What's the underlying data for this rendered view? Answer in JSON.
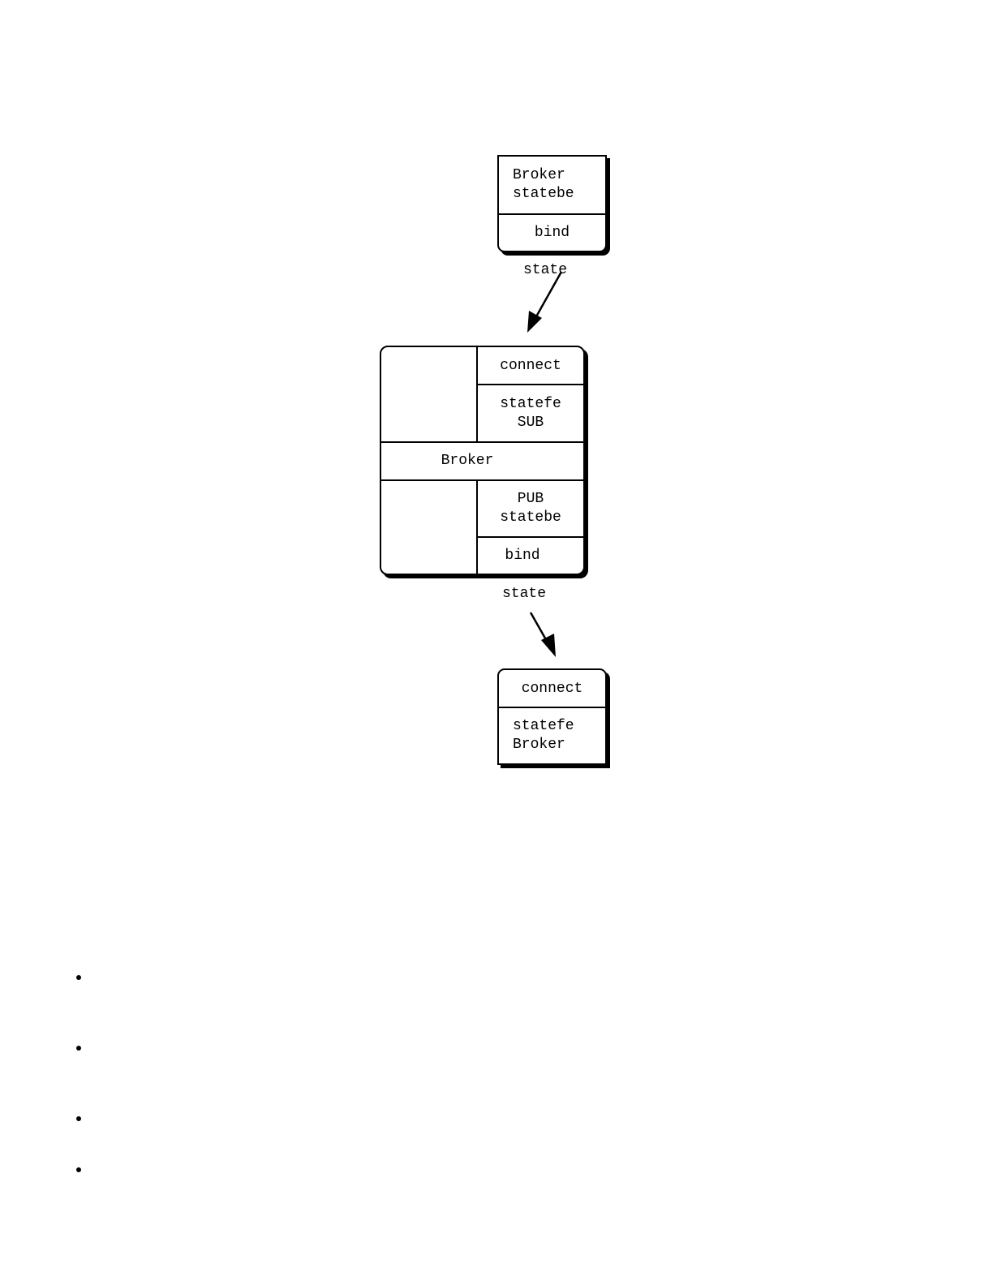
{
  "publisher": {
    "line1": "Broker",
    "line2": "statebe",
    "bottom": "bind",
    "arrow_label": "state"
  },
  "broker": {
    "top_right": "connect",
    "sub_line1": "statefe",
    "sub_line2": "SUB",
    "middle": "Broker",
    "pub_line1": "PUB",
    "pub_line2": "statebe",
    "bottom_right": "bind",
    "arrow_label": "state"
  },
  "subscriber": {
    "top": "connect",
    "line1": "statefe",
    "line2": "Broker"
  },
  "bullets": [
    "",
    "",
    "",
    ""
  ]
}
